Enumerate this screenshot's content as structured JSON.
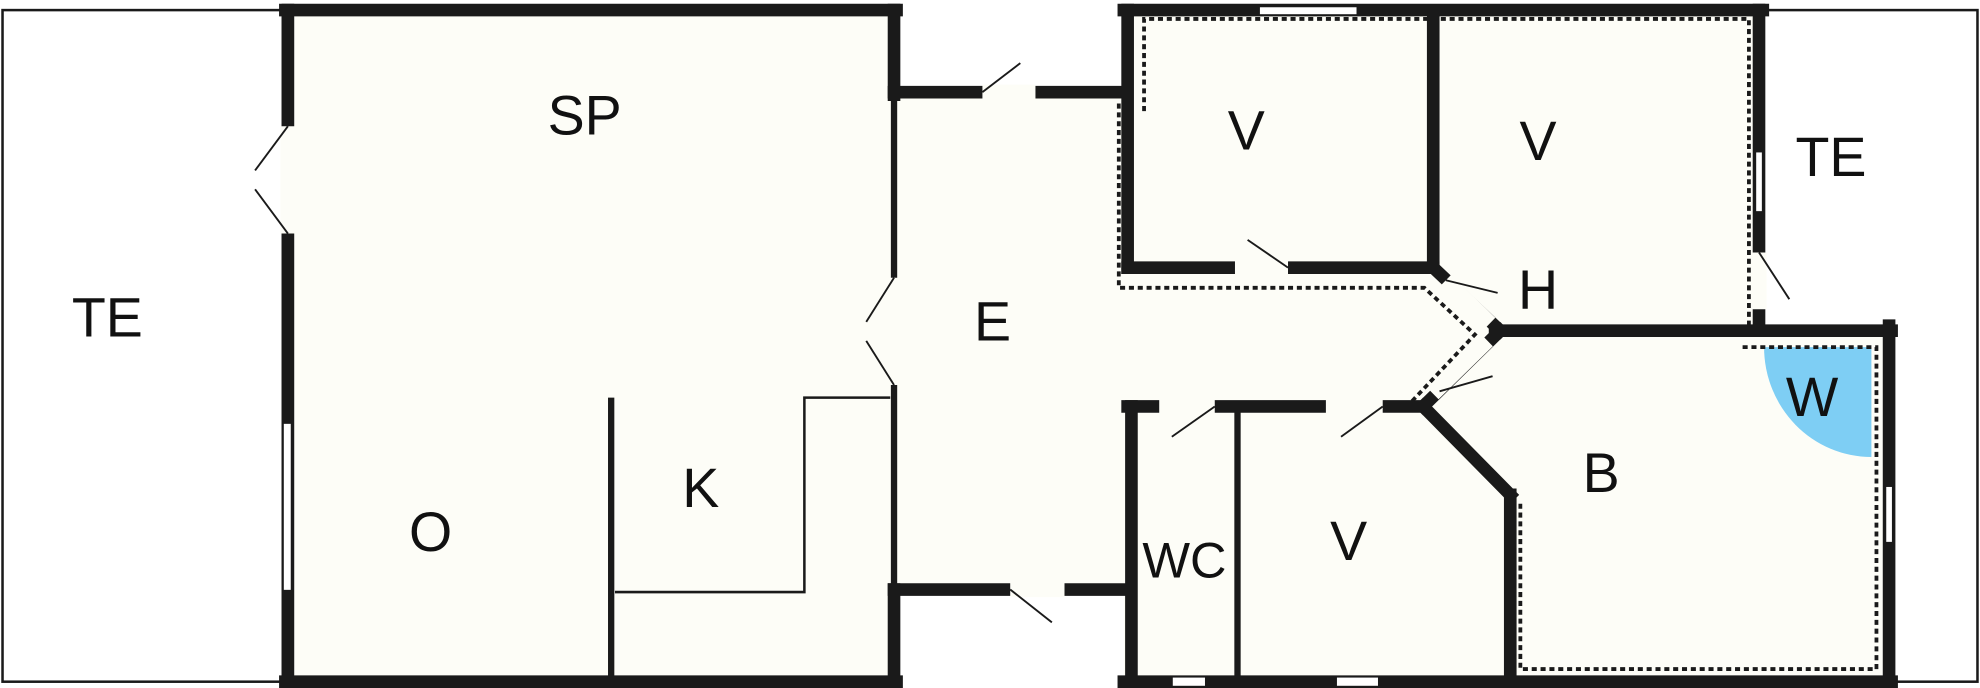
{
  "plan": {
    "rooms": [
      {
        "id": "te-left",
        "label": "TE"
      },
      {
        "id": "sp",
        "label": "SP"
      },
      {
        "id": "o",
        "label": "O"
      },
      {
        "id": "k",
        "label": "K"
      },
      {
        "id": "e",
        "label": "E"
      },
      {
        "id": "v1",
        "label": "V"
      },
      {
        "id": "v2",
        "label": "V"
      },
      {
        "id": "te-right",
        "label": "TE"
      },
      {
        "id": "h",
        "label": "H"
      },
      {
        "id": "w",
        "label": "W"
      },
      {
        "id": "b",
        "label": "B"
      },
      {
        "id": "wc",
        "label": "WC"
      },
      {
        "id": "v3",
        "label": "V"
      }
    ],
    "colors": {
      "floor": "#fdfdf7",
      "wall": "#1a1a1a",
      "w_area": "#7ecef4"
    }
  }
}
